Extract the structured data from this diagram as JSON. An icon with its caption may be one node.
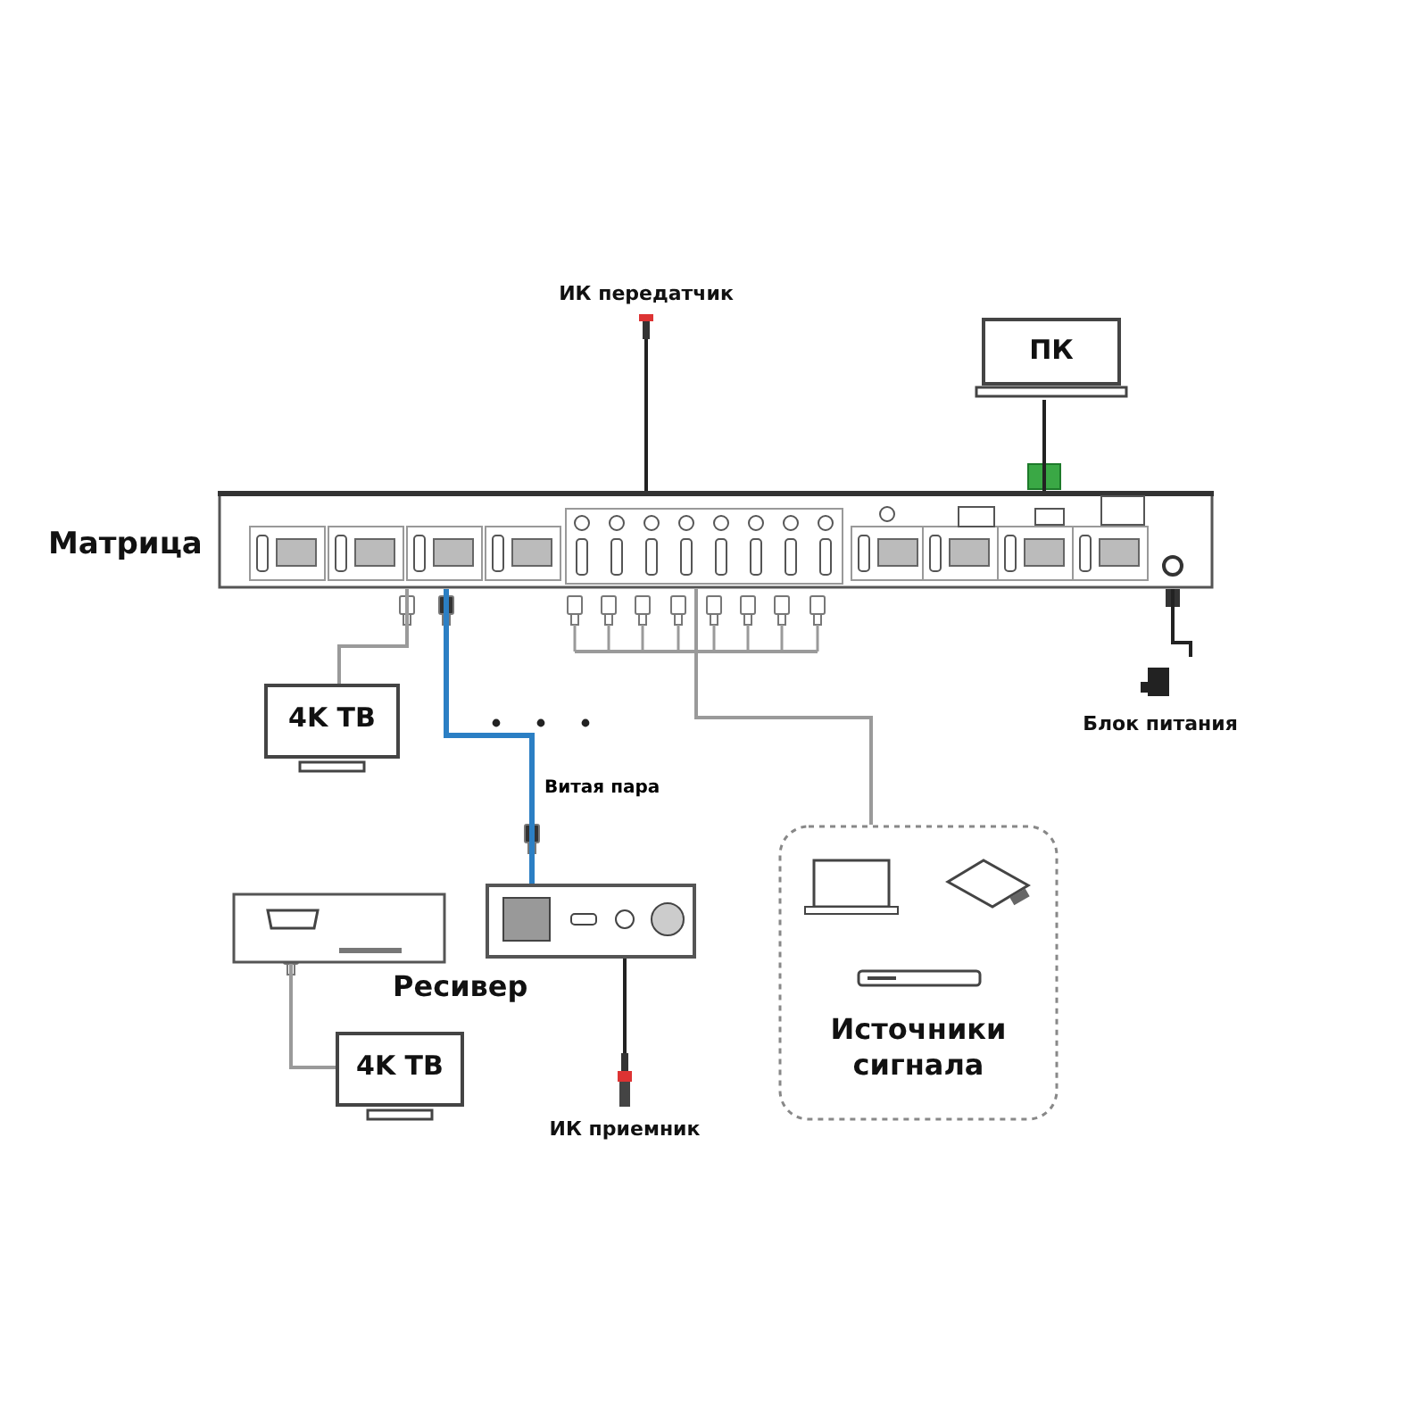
{
  "diagram": {
    "nodes": [
      {
        "text": [
          "Матрица"
        ]
      },
      {
        "text": [
          "ИК передатчик"
        ]
      },
      {
        "text": [
          "ПК"
        ]
      },
      {
        "text": [
          "4K ТВ"
        ]
      },
      {
        "text": [
          "Ресивер"
        ]
      },
      {
        "text": [
          "ИК приемник"
        ]
      },
      {
        "text": [
          "Блок питания"
        ]
      },
      {
        "text": [
          "Источники сигнала"
        ]
      },
      {
        "text": [],
        "shape": "box"
      },
      {
        "text": [
          "4K ТВ"
        ]
      }
    ],
    "edges": [
      {
        "from": 1,
        "to": 0,
        "arrow": "none"
      },
      {
        "from": 2,
        "to": 0,
        "arrow": "none"
      },
      {
        "from": 0,
        "to": 3,
        "arrow": "none",
        "color": "#9a9a9a"
      },
      {
        "from": 0,
        "to": 4,
        "arrow": "none",
        "label": "Витая пара",
        "color": "#2b7fc4"
      },
      {
        "from": 4,
        "to": 5,
        "arrow": "none"
      },
      {
        "from": 0,
        "to": 6,
        "arrow": "none"
      },
      {
        "from": 0,
        "to": 7,
        "arrow": "none",
        "color": "#9a9a9a"
      },
      {
        "from": 8,
        "to": 9,
        "arrow": "none",
        "color": "#9a9a9a"
      }
    ]
  }
}
